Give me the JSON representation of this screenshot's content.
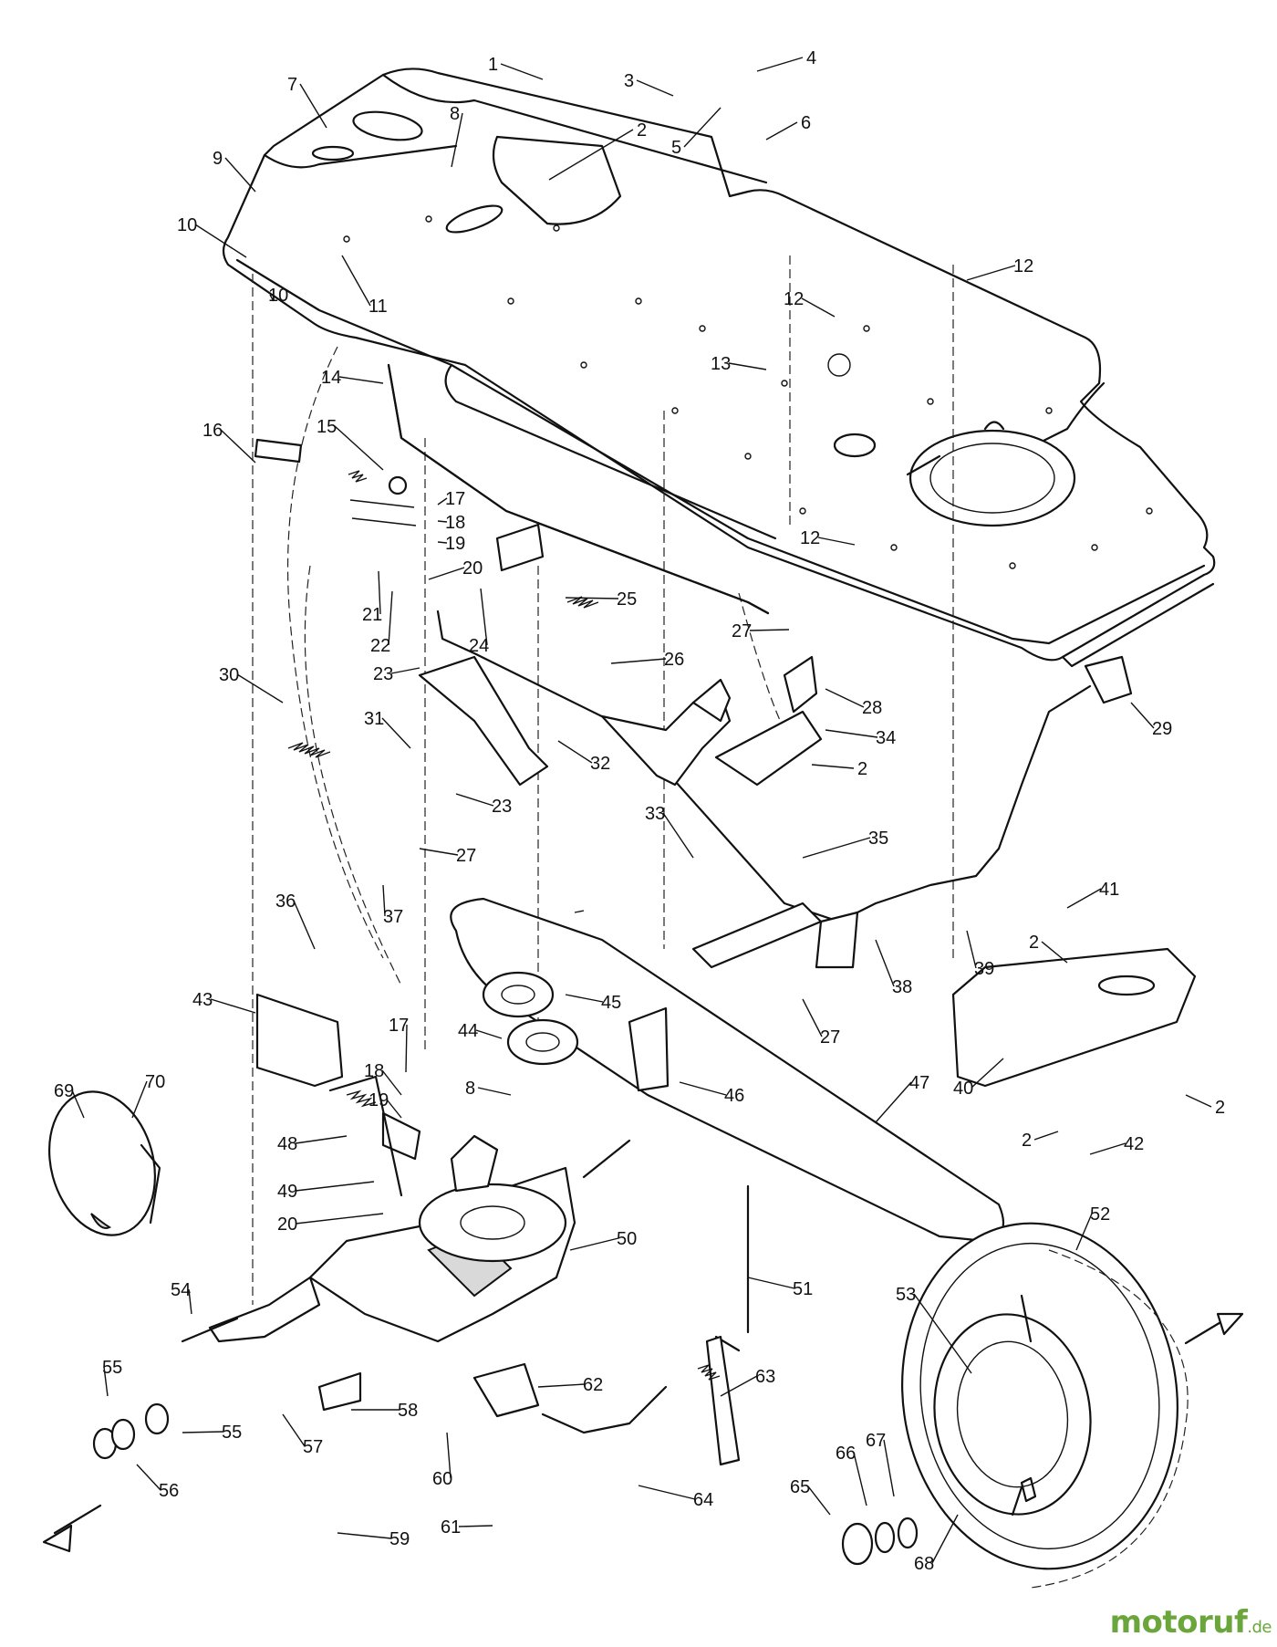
{
  "diagram": {
    "callouts": [
      "1",
      "2",
      "3",
      "4",
      "5",
      "6",
      "7",
      "8",
      "9",
      "10",
      "11",
      "12",
      "13",
      "14",
      "15",
      "16",
      "17",
      "18",
      "19",
      "20",
      "21",
      "22",
      "23",
      "24",
      "25",
      "26",
      "27",
      "28",
      "29",
      "30",
      "31",
      "32",
      "33",
      "34",
      "35",
      "36",
      "37",
      "38",
      "39",
      "40",
      "41",
      "42",
      "43",
      "44",
      "45",
      "46",
      "47",
      "48",
      "49",
      "50",
      "51",
      "52",
      "53",
      "54",
      "55",
      "56",
      "57",
      "58",
      "59",
      "60",
      "61",
      "62",
      "63",
      "64",
      "65",
      "66",
      "67",
      "68",
      "69",
      "70"
    ]
  },
  "brand": {
    "name": "motoruf",
    "tld": ".de"
  }
}
